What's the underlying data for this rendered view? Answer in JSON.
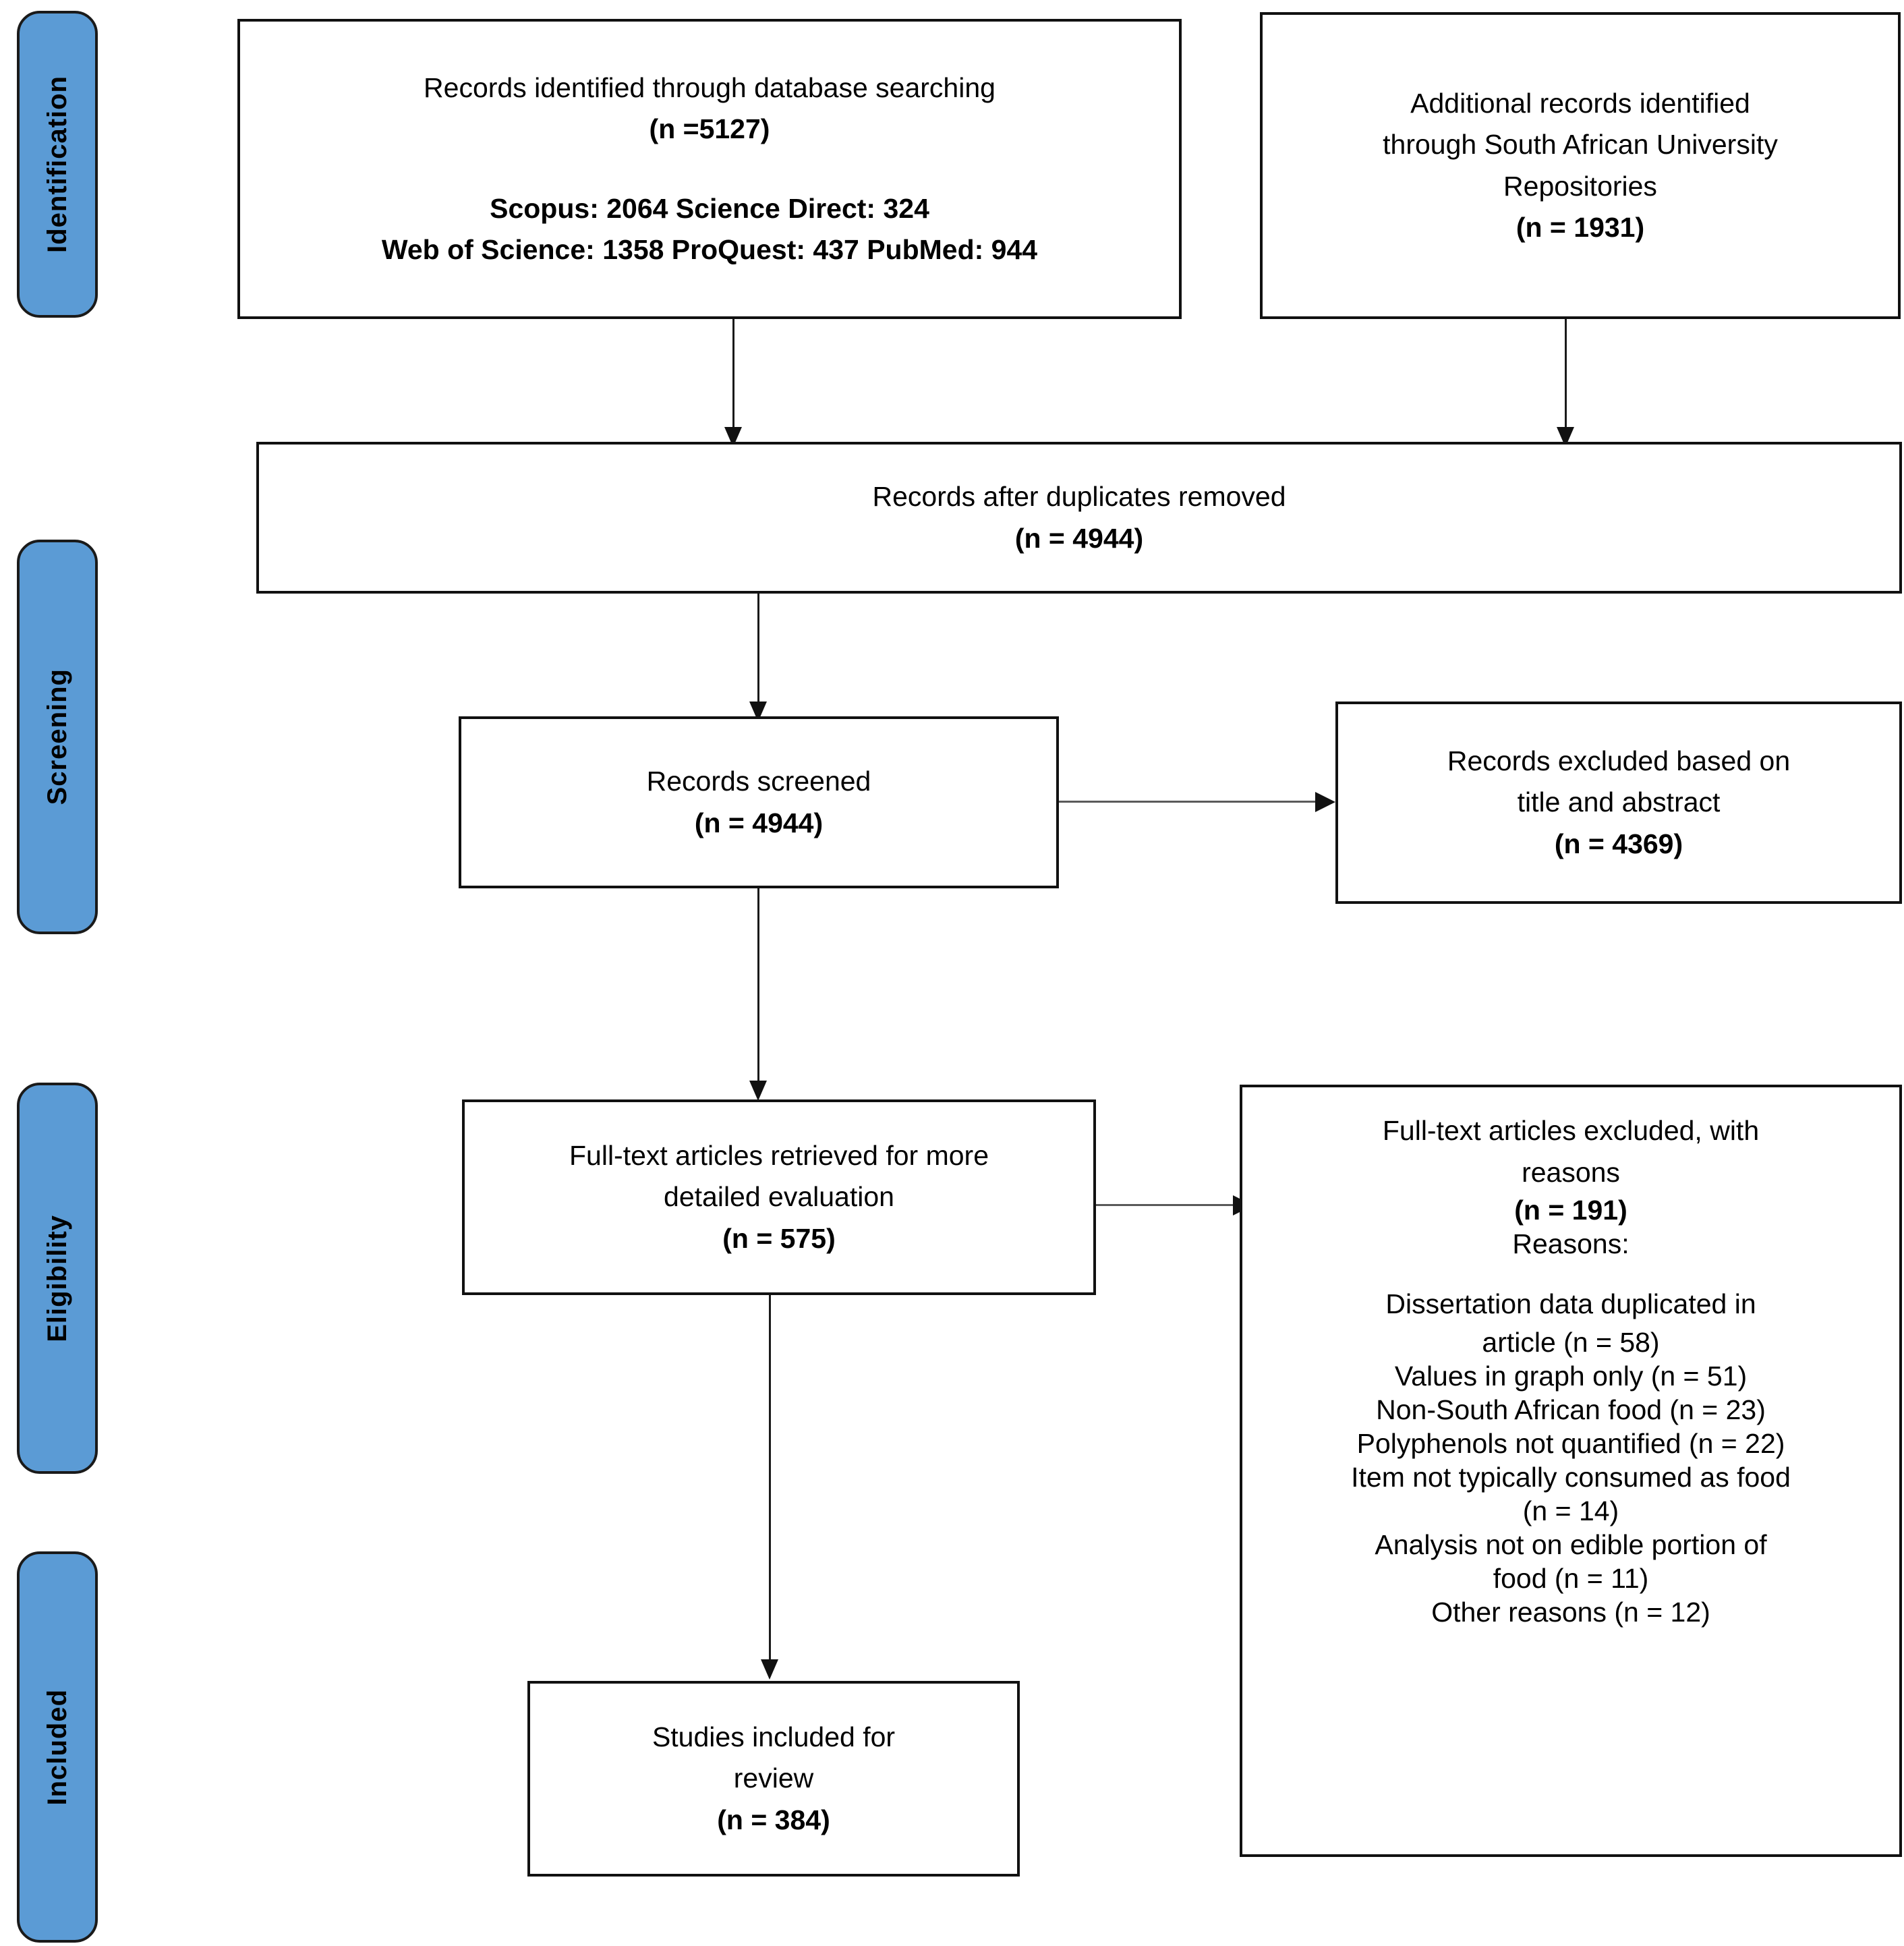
{
  "diagram": {
    "type": "prisma-flow-diagram",
    "accent_color": "#5B9BD5",
    "border_color": "#111111",
    "background_color": "#FFFFFF"
  },
  "stages": [
    {
      "id": "identification",
      "label": "Identification"
    },
    {
      "id": "screening",
      "label": "Screening"
    },
    {
      "id": "eligibility",
      "label": "Eligibility"
    },
    {
      "id": "included",
      "label": "Included"
    }
  ],
  "boxes": {
    "database_search": {
      "title": "Records identified through database searching",
      "count": "(n =5127)",
      "sources_line1": "Scopus: 2064 Science Direct: 324",
      "sources_line2": "Web of Science: 1358 ProQuest: 437 PubMed: 944"
    },
    "additional_records": {
      "line1": "Additional records identified",
      "line2": "through South African University",
      "line3": "Repositories",
      "count": "(n = 1931)"
    },
    "duplicates_removed": {
      "title": "Records after duplicates removed",
      "count": "(n = 4944)"
    },
    "records_screened": {
      "title": "Records screened",
      "count": "(n = 4944)"
    },
    "records_excluded": {
      "line1": "Records excluded based on",
      "line2": "title and abstract",
      "count": "(n = 4369)"
    },
    "fulltext_retrieved": {
      "line1": "Full-text articles retrieved for more",
      "line2": "detailed evaluation",
      "count": "(n = 575)"
    },
    "fulltext_excluded": {
      "line1": "Full-text articles excluded, with",
      "line2": "reasons",
      "count": "(n = 191)",
      "reasons_header": "Reasons:",
      "reasons": [
        "Dissertation data duplicated in",
        "article (n = 58)",
        "Values in graph only (n = 51)",
        "Non-South African food (n = 23)",
        "Polyphenols not quantified (n = 22)",
        "Item not typically consumed as food",
        "(n = 14)",
        "Analysis not on edible portion of",
        "food (n = 11)",
        "Other reasons (n = 12)"
      ]
    },
    "studies_included": {
      "line1": "Studies included for",
      "line2": "review",
      "count": "(n = 384)"
    }
  }
}
